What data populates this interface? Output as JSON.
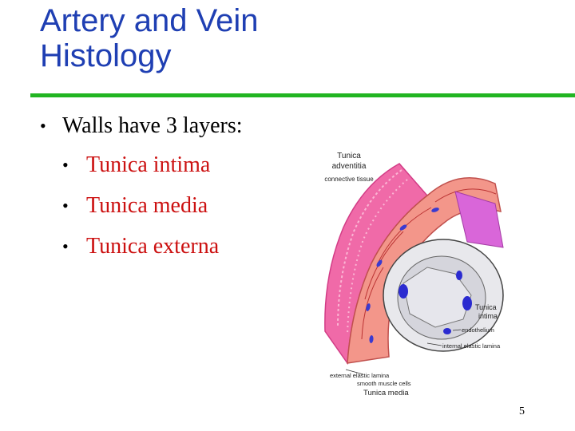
{
  "slide": {
    "title_lines": [
      "Artery and Vein",
      "Histology"
    ],
    "bullet": "Walls have 3 layers:",
    "sub_bullets": [
      "Tunica intima",
      "Tunica media",
      "Tunica externa"
    ],
    "page_number": "5"
  },
  "diagram": {
    "labels": {
      "tunica_adventitia_1": "Tunica",
      "tunica_adventitia_2": "adventitia",
      "connective_tissue": "connective tissue",
      "tunica_intima_1": "Tunica",
      "tunica_intima_2": "intima",
      "endothelium": "endothelium",
      "internal_elastic_lamina": "internal elastic lamina",
      "external_elastic_lamina": "external elastic lamina",
      "smooth_muscle_cells": "smooth muscle cells",
      "tunica_media": "Tunica media"
    }
  },
  "colors": {
    "title": "#1f3fb3",
    "rule": "#22b522",
    "sub_bullet_text": "#cc1111"
  }
}
